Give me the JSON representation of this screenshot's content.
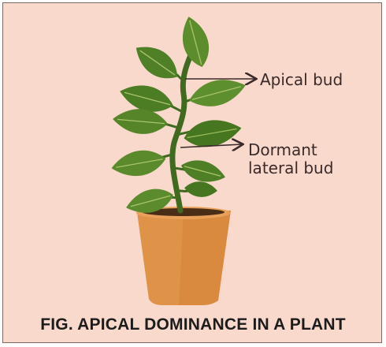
{
  "labels": {
    "apical": "Apical bud",
    "dormant_line1": "Dormant",
    "dormant_line2": "lateral bud"
  },
  "caption": "FIG. APICAL DOMINANCE IN A PLANT",
  "colors": {
    "background": "#f9d9cc",
    "leaf_dark": "#4a7a25",
    "leaf_light": "#6e9d35",
    "stem": "#3f6a1f",
    "pot": "#d98a3e",
    "pot_rim": "#e49848",
    "soil": "#4a2d17",
    "arrow": "#3a2a2a"
  }
}
